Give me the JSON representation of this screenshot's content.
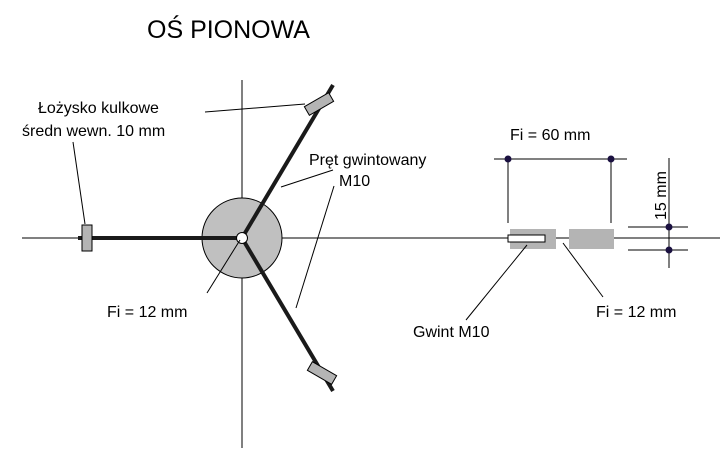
{
  "title": "OŚ PIONOWA",
  "labels": {
    "bearing_line1": "Łożysko kulkowe",
    "bearing_line2": "średn  wewn. 10 mm",
    "rod_line1": "Pręt gwintowany",
    "rod_line2": "M10",
    "hub_diameter": "Fi = 12 mm",
    "span_diameter": "Fi = 60 mm",
    "height": "15 mm",
    "thread": "Gwint  M10",
    "hole_diameter": "Fi = 12 mm"
  },
  "colors": {
    "line": "#000000",
    "hub_fill": "#c0c0c0",
    "part_fill": "#b4b4b4",
    "dimension_dot": "#1a1040"
  }
}
